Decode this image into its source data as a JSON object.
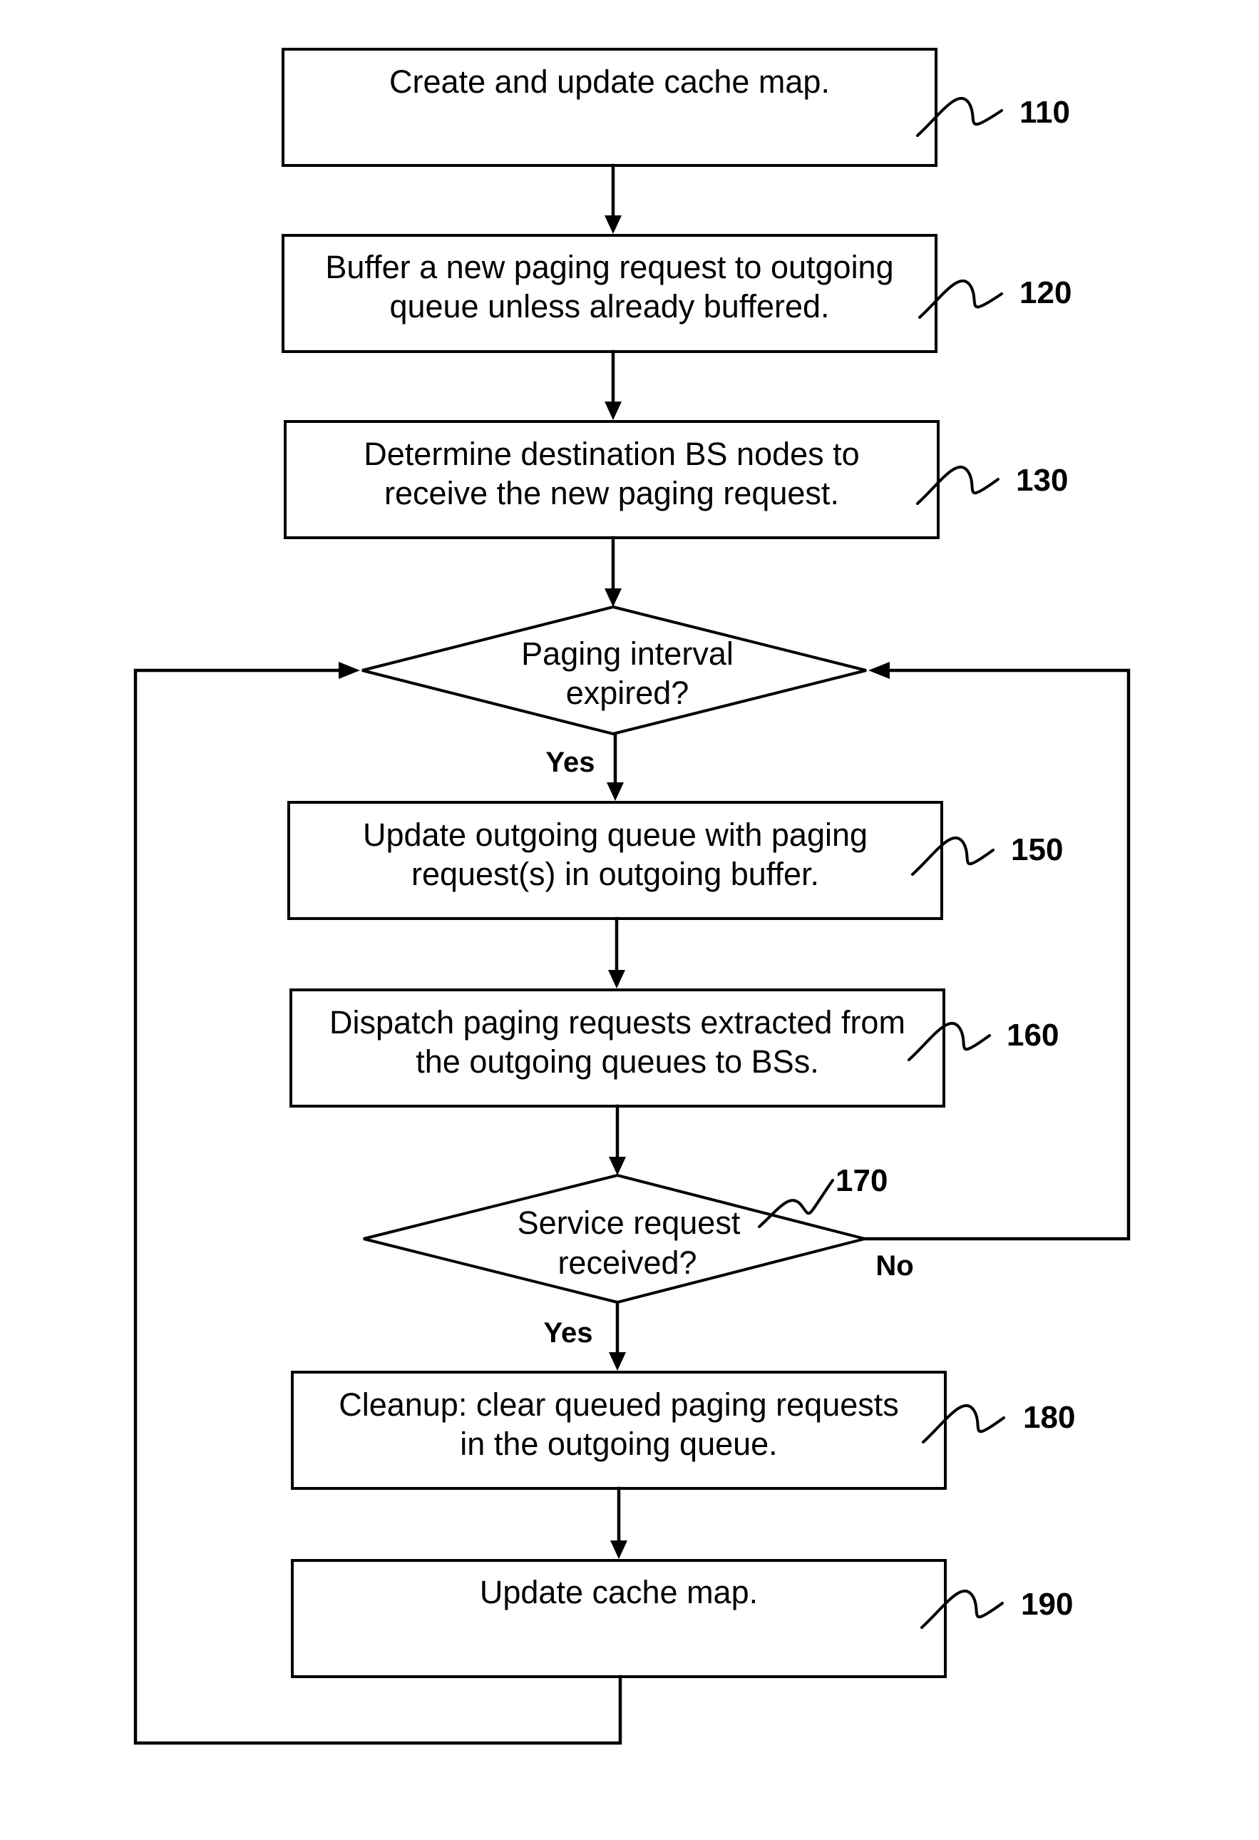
{
  "steps": {
    "s110": {
      "lines": [
        "Create and update cache map."
      ],
      "ref": "110"
    },
    "s120": {
      "lines": [
        "Buffer a new paging request to outgoing",
        "queue unless already buffered."
      ],
      "ref": "120"
    },
    "s130": {
      "lines": [
        "Determine destination BS nodes to",
        "receive the new paging request."
      ],
      "ref": "130"
    },
    "d140": {
      "lines": [
        "Paging interval",
        "expired?"
      ],
      "yes": "Yes"
    },
    "s150": {
      "lines": [
        "Update outgoing queue with paging",
        "request(s) in outgoing buffer."
      ],
      "ref": "150"
    },
    "s160": {
      "lines": [
        "Dispatch paging requests extracted from",
        "the outgoing queues to BSs."
      ],
      "ref": "160"
    },
    "d170": {
      "lines": [
        "Service request",
        "received?"
      ],
      "ref": "170",
      "yes": "Yes",
      "no": "No"
    },
    "s180": {
      "lines": [
        "Cleanup: clear queued paging requests",
        "in the outgoing queue."
      ],
      "ref": "180"
    },
    "s190": {
      "lines": [
        "Update cache map."
      ],
      "ref": "190"
    }
  }
}
